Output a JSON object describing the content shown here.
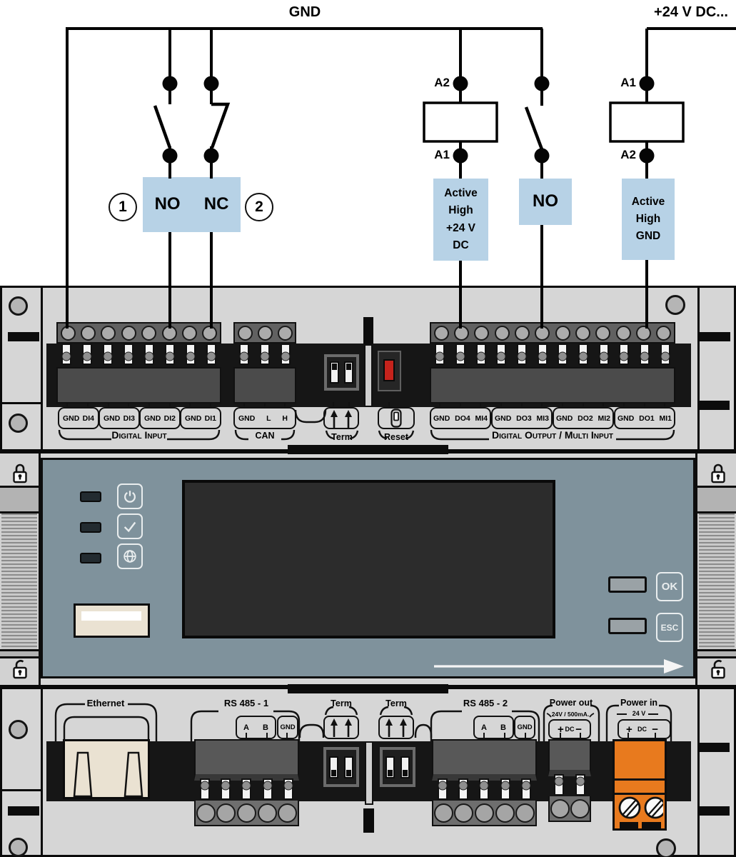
{
  "wiring": {
    "gnd_bus_label": "GND",
    "v24_bus_label": "+24 V DC...",
    "callout_1": "1",
    "callout_2": "2",
    "no_label": "NO",
    "nc_label": "NC",
    "relay_left": {
      "top_pin": "A2",
      "bottom_pin": "A1",
      "tag": "Active\nHigh\n+24 V\nDC"
    },
    "mid_switch_tag": "NO",
    "relay_right": {
      "top_pin": "A1",
      "bottom_pin": "A2",
      "tag": "Active\nHigh\nGND"
    }
  },
  "top_panel": {
    "digital_input": {
      "group_label": "Digital Input",
      "pin_labels": [
        "GND",
        "DI4",
        "GND",
        "DI3",
        "GND",
        "DI2",
        "GND",
        "DI1"
      ]
    },
    "can": {
      "group_label": "CAN",
      "pin_labels": [
        "GND",
        "L",
        "H"
      ]
    },
    "term": {
      "label": "Term"
    },
    "reset": {
      "label": "Reset"
    },
    "digital_output": {
      "group_label": "Digital Output / Multi Input",
      "pin_labels": [
        "GND",
        "DO4",
        "MI4",
        "GND",
        "DO3",
        "MI3",
        "GND",
        "DO2",
        "MI2",
        "GND",
        "DO1",
        "MI1"
      ]
    }
  },
  "front_panel": {
    "ok_button": "OK",
    "esc_button": "ESC"
  },
  "bottom_panel": {
    "ethernet": {
      "group_label": "Ethernet"
    },
    "rs485_1": {
      "group_label": "RS 485 - 1",
      "pin_labels": [
        "A",
        "B",
        "GND"
      ]
    },
    "term_1": {
      "label": "Term"
    },
    "term_2": {
      "label": "Term"
    },
    "rs485_2": {
      "group_label": "RS 485 - 2",
      "pin_labels": [
        "A",
        "B",
        "GND"
      ]
    },
    "power_out": {
      "group_label": "Power out",
      "rating": "24V / 500mA.",
      "plus": "+",
      "dc": "DC",
      "minus": "−"
    },
    "power_in": {
      "group_label": "Power in",
      "rating": "24 V",
      "plus": "+",
      "dc": "DC",
      "minus": "−"
    }
  },
  "colors": {
    "tag_blue": "#b7d2e6",
    "panel_blue_gray": "#7f929c",
    "power_in_orange": "#e87a1e",
    "reset_red": "#c5231c"
  }
}
